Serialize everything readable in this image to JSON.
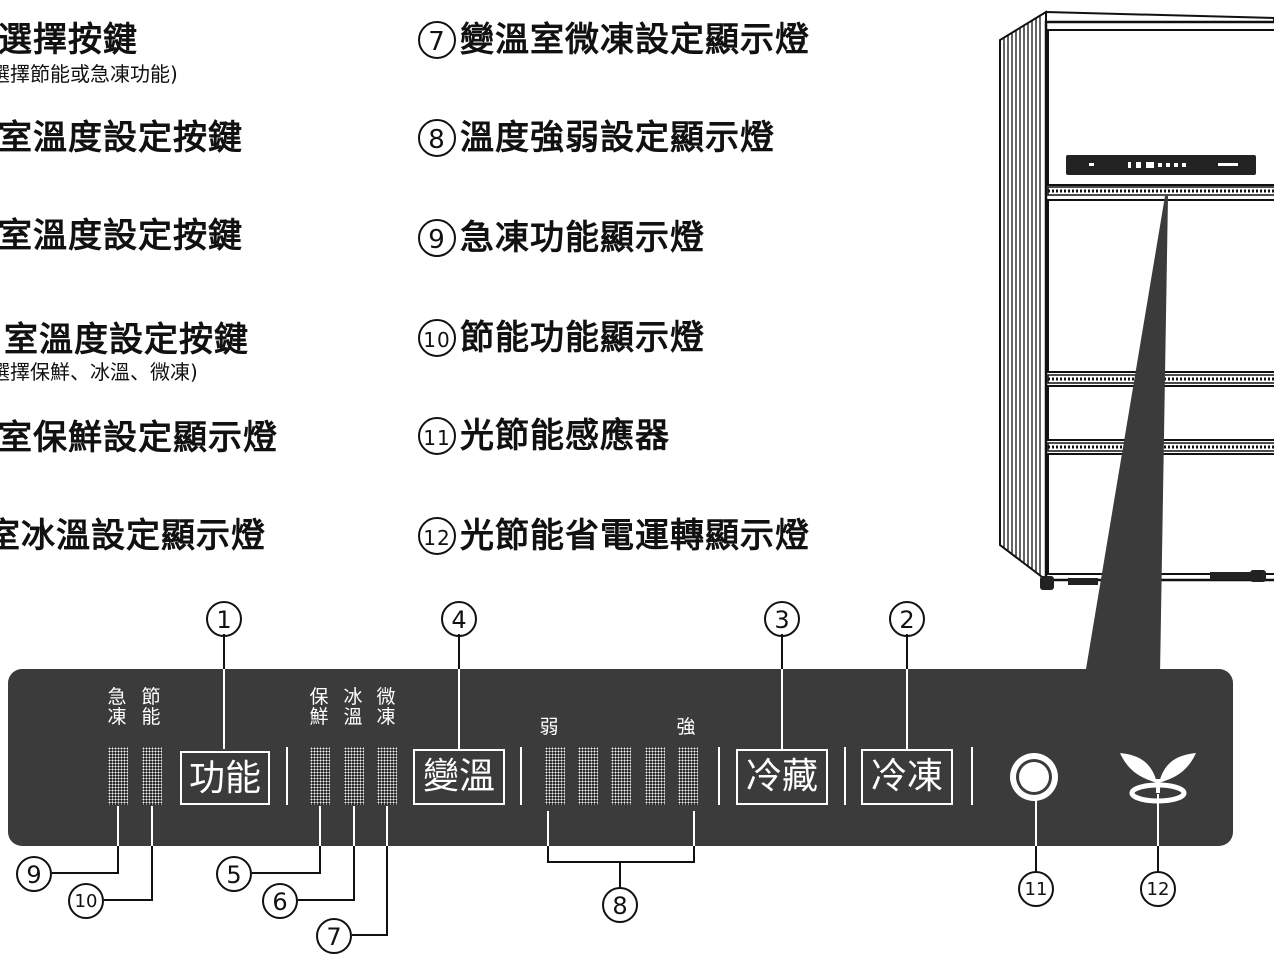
{
  "legend_left": [
    {
      "text": "選擇按鍵",
      "sub": "選擇節能或急凍功能)"
    },
    {
      "text": "室溫度設定按鍵"
    },
    {
      "text": "室溫度設定按鍵"
    },
    {
      "text": "室溫度設定按鍵",
      "sub": "選擇保鮮、冰溫、微凍)"
    },
    {
      "text": "室保鮮設定顯示燈"
    },
    {
      "text": "室冰溫設定顯示燈"
    }
  ],
  "legend_right": [
    {
      "num": "7",
      "text": "變溫室微凍設定顯示燈"
    },
    {
      "num": "8",
      "text": "溫度強弱設定顯示燈"
    },
    {
      "num": "9",
      "text": "急凍功能顯示燈"
    },
    {
      "num": "10",
      "text": "節能功能顯示燈"
    },
    {
      "num": "11",
      "text": "光節能感應器"
    },
    {
      "num": "12",
      "text": "光節能省電運轉顯示燈"
    }
  ],
  "panel": {
    "labels": {
      "quick_freeze": "急\n凍",
      "energy_saving": "節\n能",
      "fresh": "保\n鮮",
      "ice_temp": "冰\n溫",
      "partial_freeze": "微\n凍",
      "weak": "弱",
      "strong": "強"
    },
    "buttons": {
      "function": "功能",
      "variable_temp": "變溫",
      "refrigerator": "冷藏",
      "freezer": "冷凍"
    }
  },
  "callouts": {
    "n1": "1",
    "n2": "2",
    "n3": "3",
    "n4": "4",
    "n5": "5",
    "n6": "6",
    "n7": "7",
    "n8": "8",
    "n9": "9",
    "n10": "10",
    "n11": "11",
    "n12": "12"
  },
  "colors": {
    "panel": "#3b3b3b",
    "panel_text": "#ffffff",
    "ink": "#111111"
  },
  "icons": {
    "sensor": "circle-sensor-icon",
    "eco": "leaf-sprout-icon"
  }
}
